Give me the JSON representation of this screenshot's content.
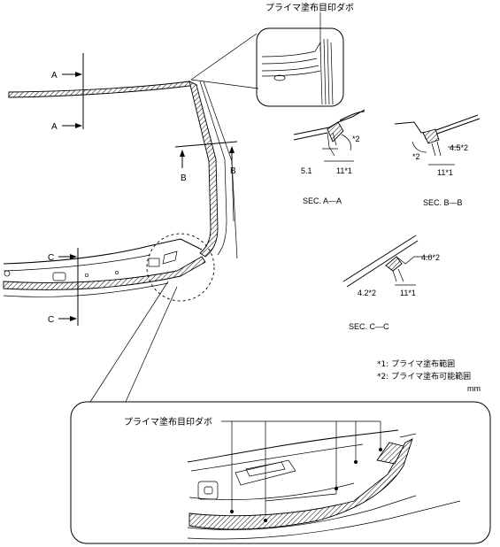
{
  "labels": {
    "primer_mark_top": "プライマ塗布目印ダボ",
    "primer_mark_bottom": "プライマ塗布目印ダボ",
    "section_a_letter": "A",
    "section_b_letter": "B",
    "section_c_letter": "C",
    "sec_a": "SEC. A—A",
    "sec_b": "SEC. B—B",
    "sec_c": "SEC. C—C"
  },
  "dimensions": {
    "a_left": "5.1",
    "a_range": "11*1",
    "a_angle": "*2",
    "b_right": "4.5*2",
    "b_range": "11*1",
    "b_angle": "*2",
    "c_top": "4.0*2",
    "c_left": "4.2*2",
    "c_range": "11*1"
  },
  "legend": {
    "note1": "*1: プライマ塗布範囲",
    "note2": "*2: プライマ塗布可能範囲",
    "unit": "mm"
  }
}
